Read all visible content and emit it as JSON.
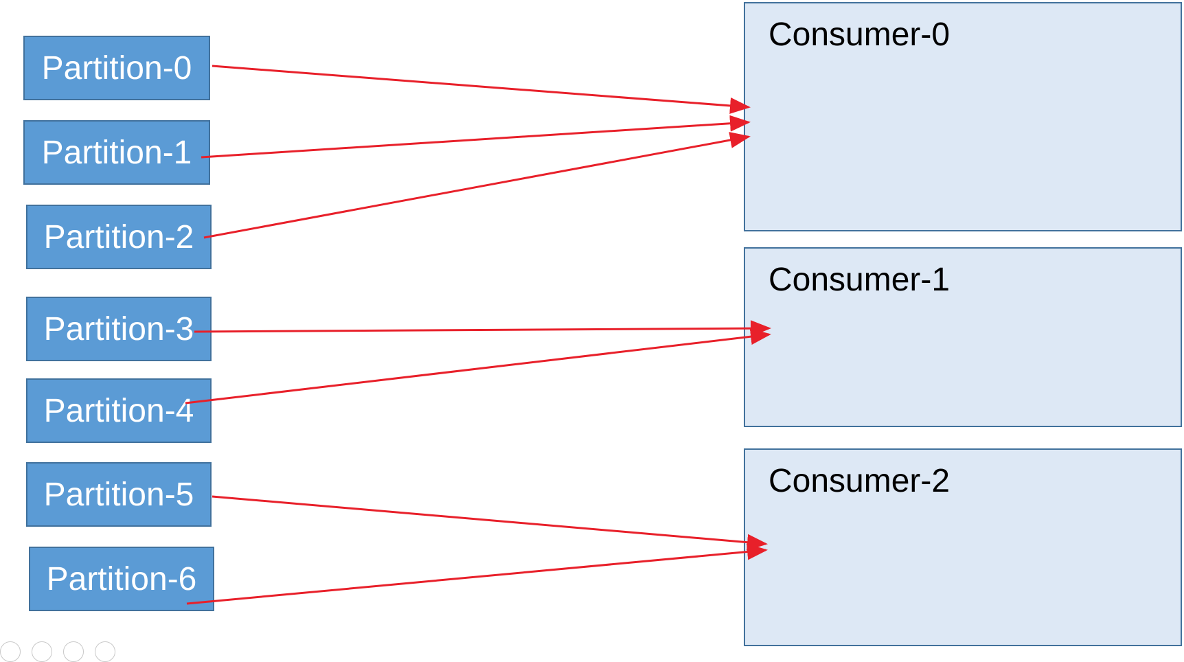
{
  "diagram": {
    "partitions": [
      {
        "label": "Partition-0",
        "target": 0
      },
      {
        "label": "Partition-1",
        "target": 0
      },
      {
        "label": "Partition-2",
        "target": 0
      },
      {
        "label": "Partition-3",
        "target": 1
      },
      {
        "label": "Partition-4",
        "target": 1
      },
      {
        "label": "Partition-5",
        "target": 2
      },
      {
        "label": "Partition-6",
        "target": 2
      }
    ],
    "consumers": [
      {
        "label": "Consumer-0"
      },
      {
        "label": "Consumer-1"
      },
      {
        "label": "Consumer-2"
      }
    ],
    "colors": {
      "partition_fill": "#5b9bd5",
      "partition_border": "#41719c",
      "consumer_fill": "#dde8f5",
      "consumer_border": "#41719c",
      "arrow": "#e8202a"
    }
  },
  "footer": {
    "icons": [
      "view-icon",
      "search-icon",
      "comment-icon",
      "more-icon"
    ]
  }
}
